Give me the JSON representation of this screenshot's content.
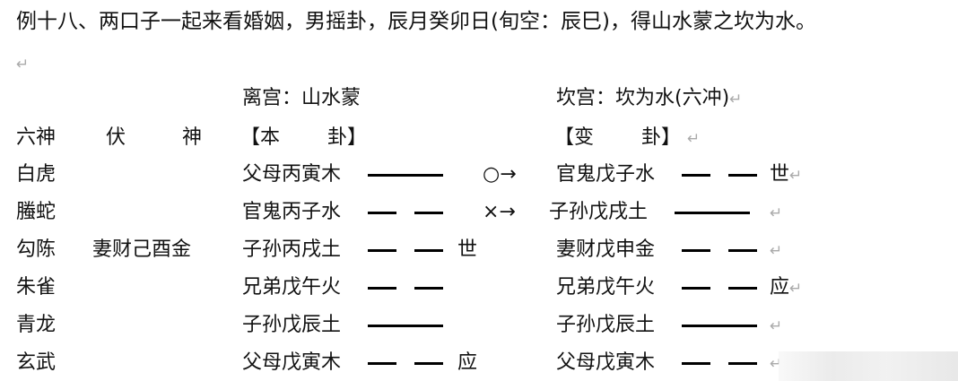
{
  "title": "例十八、两口子一起来看婚姻，男摇卦，辰月癸卯日(旬空：辰巳)，得山水蒙之坎为水。",
  "paragraph_mark": "↵",
  "header": {
    "ben_palace": "离宫：山水蒙",
    "bian_palace": "坎宫：坎为水(六冲)",
    "col_liushen": "六神",
    "col_fushen_1": "伏",
    "col_fushen_2": "神",
    "col_ben_1": "【本",
    "col_ben_2": "卦】",
    "col_bian_1": "【变",
    "col_bian_2": "卦】"
  },
  "rows": [
    {
      "god": "白虎",
      "fushen": "",
      "ben": "父母丙寅木",
      "ben_yao": "yang",
      "ben_mark": "",
      "change": "○→",
      "bian": "官鬼戊子水",
      "bian_yao": "yin",
      "bian_mark": "世"
    },
    {
      "god": "螣蛇",
      "fushen": "",
      "ben": "官鬼丙子水",
      "ben_yao": "yin",
      "ben_mark": "",
      "change": "×→",
      "bian": "子孙戊戌土",
      "bian_yao": "yang",
      "bian_mark": ""
    },
    {
      "god": "勾陈",
      "fushen": "妻财己酉金",
      "ben": "子孙丙戌土",
      "ben_yao": "yin",
      "ben_mark": "世",
      "change": "",
      "bian": "妻财戊申金",
      "bian_yao": "yin",
      "bian_mark": ""
    },
    {
      "god": "朱雀",
      "fushen": "",
      "ben": "兄弟戊午火",
      "ben_yao": "yin",
      "ben_mark": "",
      "change": "",
      "bian": "兄弟戊午火",
      "bian_yao": "yin",
      "bian_mark": "应"
    },
    {
      "god": "青龙",
      "fushen": "",
      "ben": "子孙戊辰土",
      "ben_yao": "yang",
      "ben_mark": "",
      "change": "",
      "bian": "子孙戊辰土",
      "bian_yao": "yang",
      "bian_mark": ""
    },
    {
      "god": "玄武",
      "fushen": "",
      "ben": "父母戊寅木",
      "ben_yao": "yin",
      "ben_mark": "应",
      "change": "",
      "bian": "父母戊寅木",
      "bian_yao": "yin",
      "bian_mark": ""
    }
  ]
}
